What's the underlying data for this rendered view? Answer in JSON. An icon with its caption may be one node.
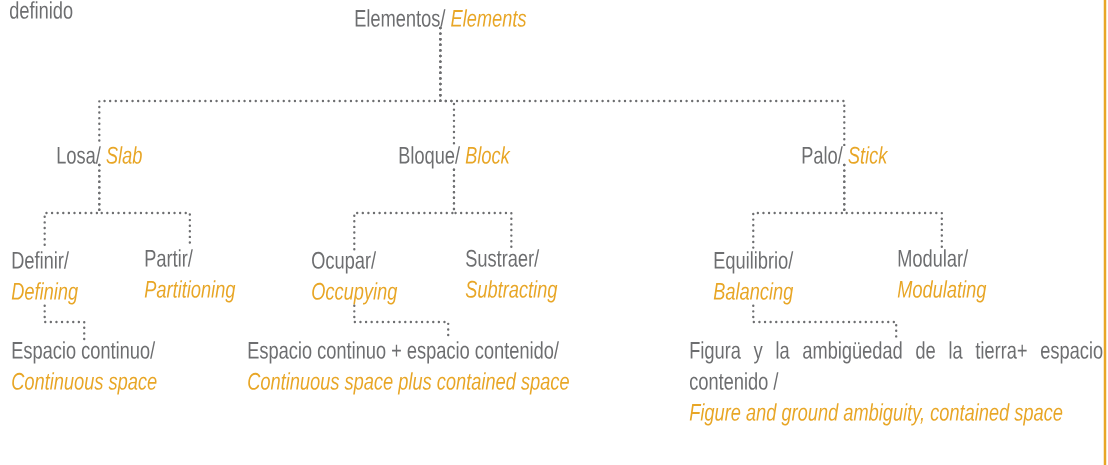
{
  "diagram": {
    "nodes": [
      {
        "text": [
          "Elementos/",
          "Elements"
        ]
      },
      {
        "text": [
          "Losa/",
          "Slab"
        ]
      },
      {
        "text": [
          "Bloque/",
          "Block"
        ]
      },
      {
        "text": [
          "Palo/",
          "Stick"
        ]
      },
      {
        "text": [
          "Definir/",
          "Defining"
        ]
      },
      {
        "text": [
          "Partir/",
          "Partitioning"
        ]
      },
      {
        "text": [
          "Ocupar/",
          "Occupying"
        ]
      },
      {
        "text": [
          "Sustraer/",
          "Subtracting"
        ]
      },
      {
        "text": [
          "Equilibrio/",
          "Balancing"
        ]
      },
      {
        "text": [
          "Modular/",
          "Modulating"
        ]
      },
      {
        "text": [
          "Espacio continuo/",
          "Continuous space"
        ]
      },
      {
        "text": [
          "Espacio continuo + espacio contenido/",
          "Continuous space plus contained space"
        ]
      },
      {
        "text": [
          "Figura y la ambigüedad de la tierra+ espacio contenido /",
          "Figure and ground ambiguity, contained space"
        ]
      }
    ],
    "edges": [
      {
        "from": 0,
        "to": 1,
        "arrow": "none"
      },
      {
        "from": 0,
        "to": 2,
        "arrow": "none"
      },
      {
        "from": 0,
        "to": 3,
        "arrow": "none"
      },
      {
        "from": 1,
        "to": 4,
        "arrow": "none"
      },
      {
        "from": 1,
        "to": 5,
        "arrow": "none"
      },
      {
        "from": 2,
        "to": 6,
        "arrow": "none"
      },
      {
        "from": 2,
        "to": 7,
        "arrow": "none"
      },
      {
        "from": 3,
        "to": 8,
        "arrow": "none"
      },
      {
        "from": 3,
        "to": 9,
        "arrow": "none"
      },
      {
        "from": 4,
        "to": 10,
        "arrow": "none"
      },
      {
        "from": 6,
        "to": 11,
        "arrow": "none"
      },
      {
        "from": 8,
        "to": 12,
        "arrow": "none"
      }
    ],
    "labels": [
      "definido"
    ]
  }
}
